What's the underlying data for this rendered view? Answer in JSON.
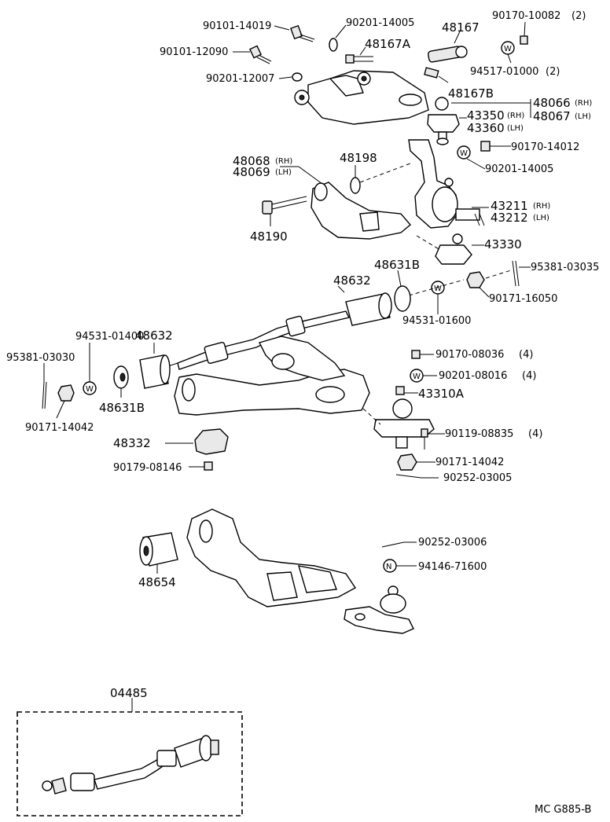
{
  "labels": {
    "p90101_14019": "90101-14019",
    "p90201_14005_top": "90201-14005",
    "p48167": "48167",
    "p90170_10082": "90170-10082",
    "p90170_10082_qty": "(2)",
    "p90101_12090": "90101-12090",
    "p48167A": "48167A",
    "p94517_01000": "94517-01000",
    "p94517_01000_qty": "(2)",
    "p90201_12007": "90201-12007",
    "p48167B": "48167B",
    "p48066": "48066",
    "p48066_side": "(RH)",
    "p48067": "48067",
    "p48067_side": "(LH)",
    "p43350": "43350",
    "p43350_side": "(RH)",
    "p43360": "43360",
    "p43360_side": "(LH)",
    "p90170_14012": "90170-14012",
    "p48068": "48068",
    "p48068_side": "(RH)",
    "p48069": "48069",
    "p48069_side": "(LH)",
    "p48198": "48198",
    "p90201_14005": "90201-14005",
    "p43211": "43211",
    "p43211_side": "(RH)",
    "p43212": "43212",
    "p43212_side": "(LH)",
    "p48190": "48190",
    "p43330": "43330",
    "p48632_top": "48632",
    "p48631B_top": "48631B",
    "p95381_03035": "95381-03035",
    "p90171_16050": "90171-16050",
    "p94531_01600": "94531-01600",
    "p94531_01400": "94531-01400",
    "p48632_left": "48632",
    "p95381_03030": "95381-03030",
    "p90170_08036": "90170-08036",
    "p90170_08036_qty": "(4)",
    "p90201_08016": "90201-08016",
    "p90201_08016_qty": "(4)",
    "p43310A": "43310A",
    "p48631B_left": "48631B",
    "p90171_14042_left": "90171-14042",
    "p90119_08835": "90119-08835",
    "p90119_08835_qty": "(4)",
    "p48332": "48332",
    "p90171_14042_right": "90171-14042",
    "p90179_08146": "90179-08146",
    "p90252_03005": "90252-03005",
    "p90252_03006": "90252-03006",
    "p94146_71600": "94146-71600",
    "p48654": "48654",
    "p04485": "04485",
    "ref": "MC G885-B"
  },
  "symbols": {
    "washer": "W",
    "nut_marker": "N"
  }
}
